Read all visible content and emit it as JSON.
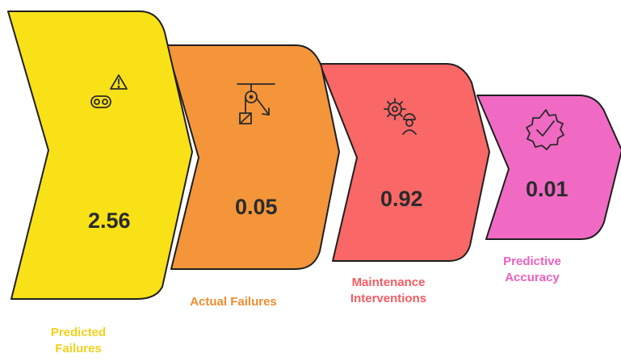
{
  "stages": [
    {
      "value": "2.56",
      "label_lines": [
        "Predicted",
        "Failures"
      ],
      "fill": "#f9e117",
      "label_color": "#f2d21b",
      "icon": "conveyor-warning-icon"
    },
    {
      "value": "0.05",
      "label_lines": [
        "Actual Failures"
      ],
      "fill": "#f4953a",
      "label_color": "#f08c2e",
      "icon": "pulley-weight-icon"
    },
    {
      "value": "0.92",
      "label_lines": [
        "Maintenance",
        "Interventions"
      ],
      "fill": "#f96767",
      "label_color": "#f45c63",
      "icon": "gear-technician-icon"
    },
    {
      "value": "0.01",
      "label_lines": [
        "Predictive",
        "Accuracy"
      ],
      "fill": "#f06ac4",
      "label_color": "#ee5fbf",
      "icon": "gear-check-icon"
    }
  ]
}
